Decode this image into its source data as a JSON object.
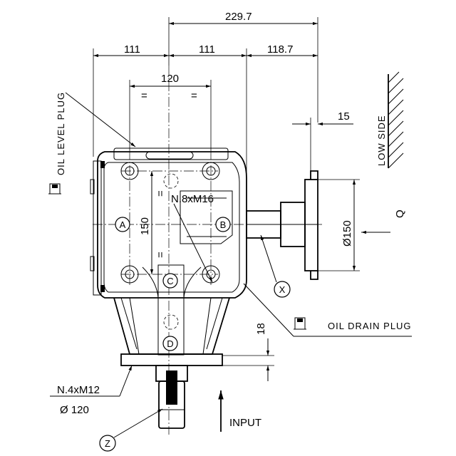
{
  "dimensions": {
    "d229_7": "229.7",
    "d111_left": "111",
    "d111_right": "111",
    "d118_7": "118.7",
    "d120": "120",
    "d15": "15",
    "d150": "150",
    "d150_dia": "Ø150",
    "d18": "18",
    "equal_sign": "="
  },
  "labels": {
    "oil_level_plug": "OIL LEVEL PLUG",
    "oil_drain_plug": "OIL DRAIN PLUG",
    "low_side": "LOW SIDE",
    "input": "INPUT",
    "q": "Q",
    "bolts_m16": "N.8xM16",
    "bolts_m12": "N.4xM12",
    "bolt_circle": "Ø 120"
  },
  "markers": {
    "a": "A",
    "b": "B",
    "c": "C",
    "d": "D",
    "x": "X",
    "z": "Z"
  }
}
